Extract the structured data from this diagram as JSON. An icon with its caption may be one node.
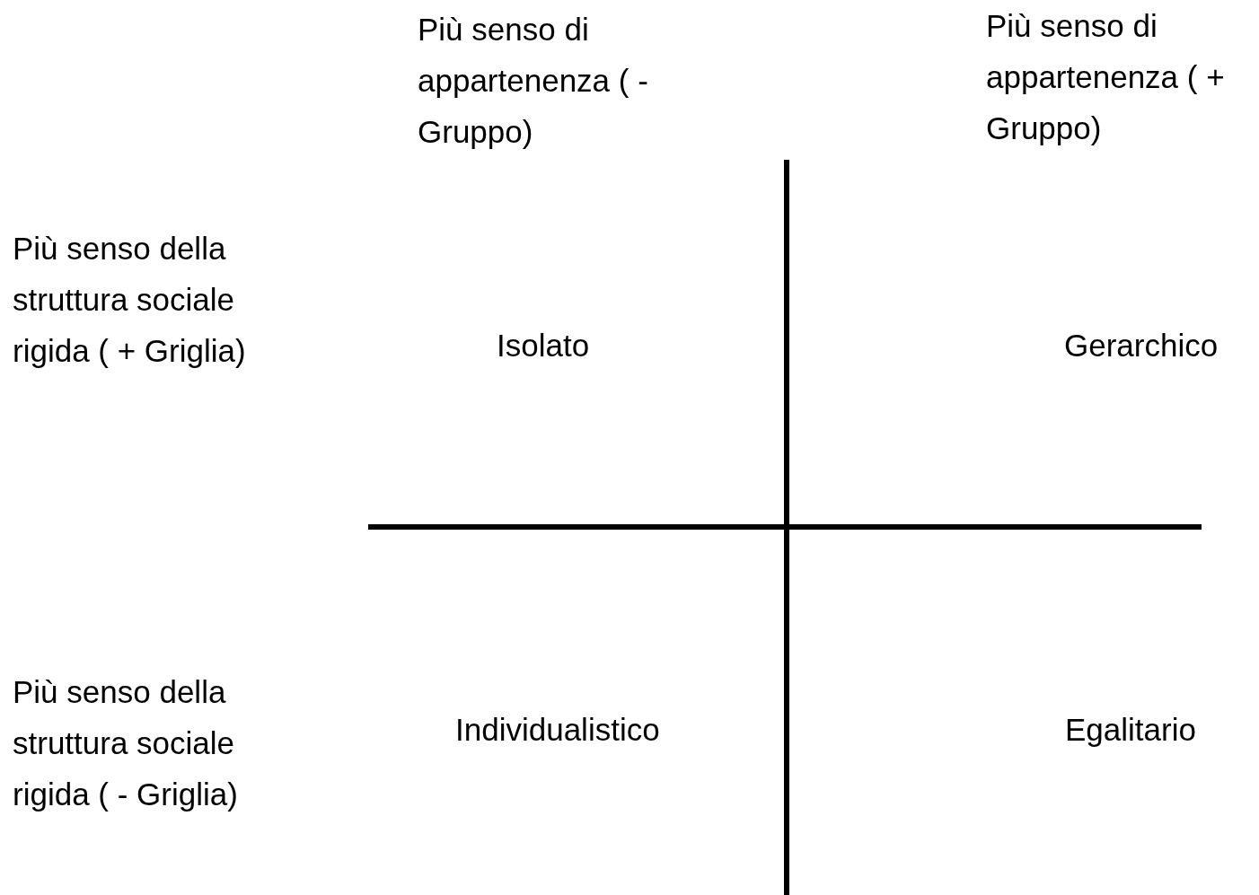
{
  "diagram": {
    "labels": [
      "Più senso di appartenenza ( - Gruppo)",
      "Più senso di appartenenza ( + Gruppo)",
      "Più senso della struttura sociale rigida ( + Griglia)",
      "Isolato",
      "Gerarchico",
      "Più senso della struttura sociale rigida ( - Griglia)",
      "Individualistico",
      "Egalitario"
    ]
  }
}
